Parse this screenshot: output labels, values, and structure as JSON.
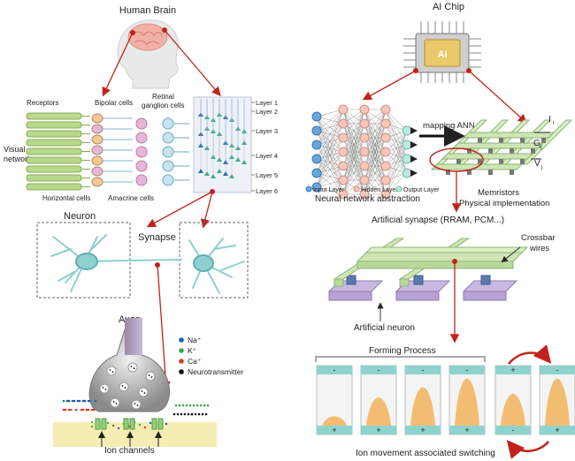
{
  "left": {
    "brain_title": "Human Brain",
    "retina": {
      "receptors": "Receptors",
      "bipolar": "Bipolar cells",
      "retinal_1": "Retinal",
      "retinal_2": "ganglion cells",
      "horizontal": "Horizontal cells",
      "amacrine": "Amacrine cells",
      "visual_1": "Visual",
      "visual_2": "network"
    },
    "layers": [
      "Layer 1",
      "Layer 2",
      "Layer 3",
      "Layer 4",
      "Layer 5",
      "Layer 6"
    ],
    "neuron": "Neuron",
    "synapse": "Synapse",
    "axon": "Axon",
    "legend": [
      {
        "label": "Na⁺",
        "color": "#1f5fb4"
      },
      {
        "label": "K⁺",
        "color": "#3aa64a"
      },
      {
        "label": "Ca⁺",
        "color": "#d83a2e"
      },
      {
        "label": "Neurotransmitter",
        "color": "#111111"
      }
    ],
    "ion_channels": "Ion channels"
  },
  "right": {
    "chip_title": "AI Chip",
    "chip_text": "AI",
    "mapping": "mapping ANN",
    "nn_legend": [
      "Input Layer",
      "Hidden Layer",
      "Output Layer"
    ],
    "nn_title": "Neural network abstraction",
    "memristors": "Memristors",
    "physical": "Physical implementation",
    "crossbar_labels": [
      "I",
      "G",
      "V"
    ],
    "crossbar_subs": [
      "i",
      "ij",
      "j"
    ],
    "artificial_synapse": "Artificial synapse (RRAM, PCM...)",
    "crossbar_1": "Crossbar",
    "crossbar_2": "wires",
    "artificial_neuron": "Artificial neuron",
    "forming": "Forming Process",
    "switching": "Ion movement associated switching",
    "cells": [
      {
        "top": "-",
        "bottom": "+"
      },
      {
        "top": "-",
        "bottom": "+"
      },
      {
        "top": "-",
        "bottom": "+"
      },
      {
        "top": "-",
        "bottom": "+"
      },
      {
        "top": "+",
        "bottom": "-"
      },
      {
        "top": "-",
        "bottom": "+"
      }
    ]
  },
  "colors": {
    "arrow": "#c0231c",
    "teal": "#8fd3cf",
    "green_wire": "#cfe6b4",
    "purple": "#c9b8e0",
    "filament": "#f2bd72",
    "neuron": "#8fcfcf"
  }
}
